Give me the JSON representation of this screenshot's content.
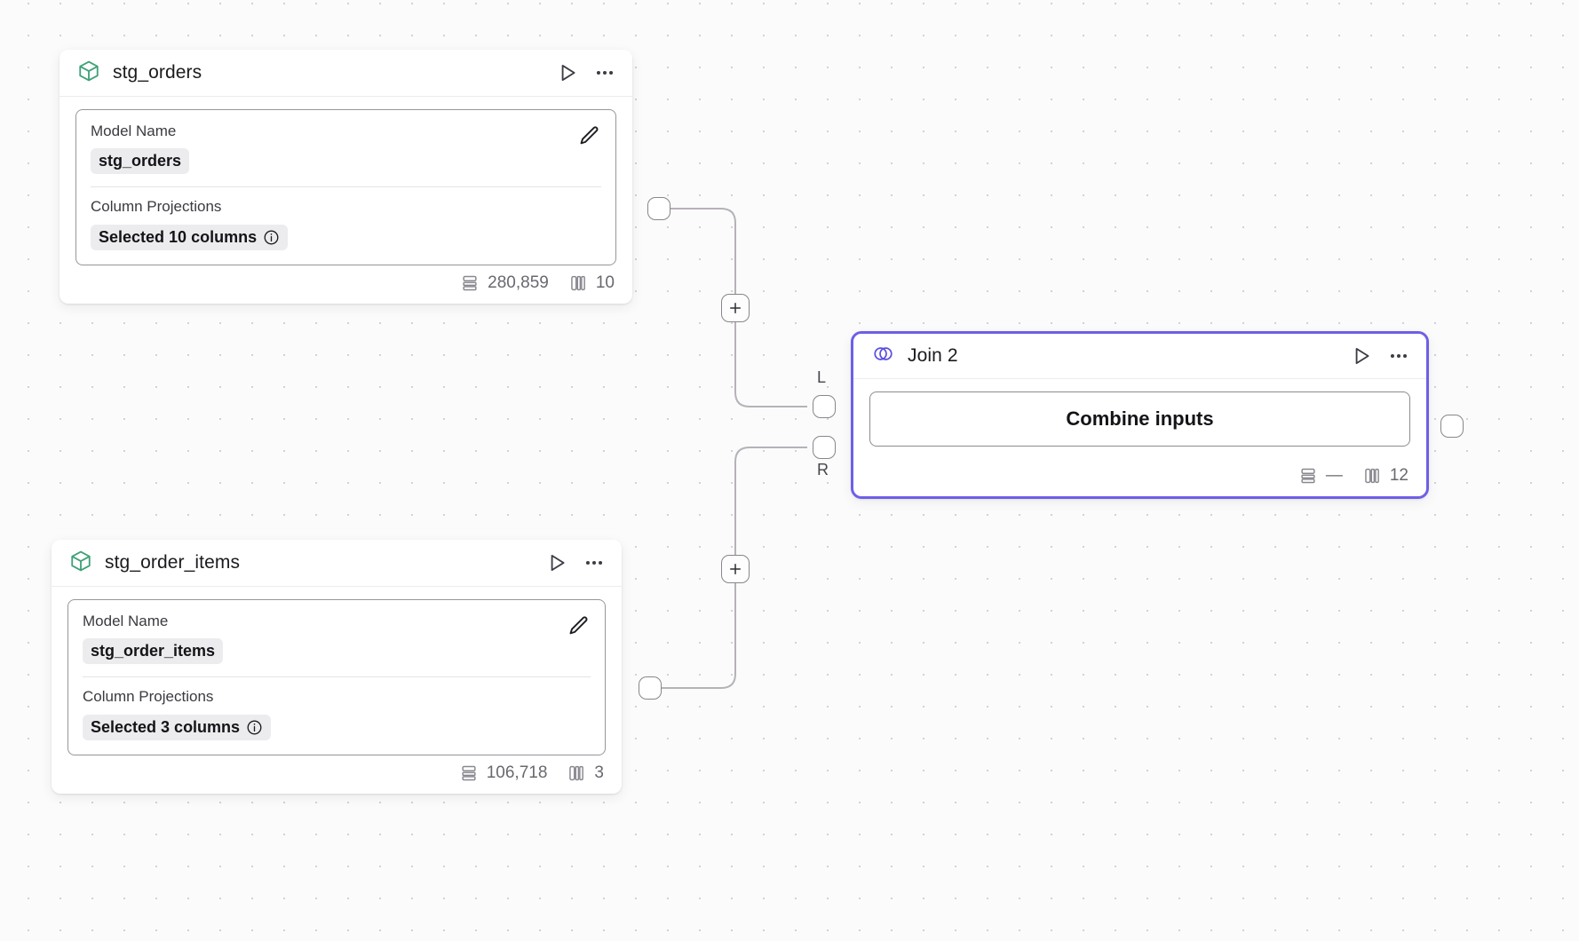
{
  "canvas": {
    "background_color": "#fbfbfb",
    "dot_color": "#d2d2d6"
  },
  "nodes": [
    {
      "id": "stg_orders",
      "type": "model",
      "title": "stg_orders",
      "icon": "cube-icon",
      "icon_color": "#3fa277",
      "actions": {
        "run_label": "run-icon",
        "menu_label": "more-icon"
      },
      "fields": [
        {
          "label": "Model Name",
          "value": "stg_orders",
          "has_info": false
        },
        {
          "label": "Column Projections",
          "value": "Selected 10 columns",
          "has_info": true
        }
      ],
      "edit_label": "edit-icon",
      "stats": {
        "rows": "280,859",
        "columns": "10"
      }
    },
    {
      "id": "stg_order_items",
      "type": "model",
      "title": "stg_order_items",
      "icon": "cube-icon",
      "icon_color": "#3fa277",
      "actions": {
        "run_label": "run-icon",
        "menu_label": "more-icon"
      },
      "fields": [
        {
          "label": "Model Name",
          "value": "stg_order_items",
          "has_info": false
        },
        {
          "label": "Column Projections",
          "value": "Selected 3 columns",
          "has_info": true
        }
      ],
      "edit_label": "edit-icon",
      "stats": {
        "rows": "106,718",
        "columns": "3"
      }
    },
    {
      "id": "join_2",
      "type": "join",
      "title": "Join 2",
      "icon": "venn-icon",
      "icon_color": "#5b4fe0",
      "border_color": "#6d5fe8",
      "button_label": "Combine inputs",
      "stats": {
        "rows": "—",
        "columns": "12"
      },
      "ports": {
        "left_label": "L",
        "right_label": "R"
      }
    }
  ],
  "edges": {
    "plus_label": "+",
    "count": 2
  }
}
